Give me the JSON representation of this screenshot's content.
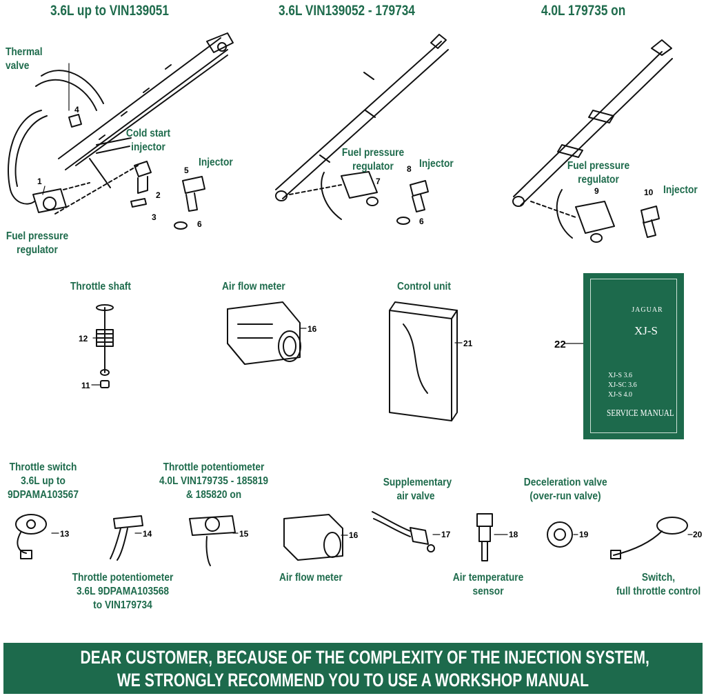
{
  "headings": {
    "col1": "3.6L up to VIN139051",
    "col2": "3.6L VIN139052 - 179734",
    "col3": "4.0L 179735 on"
  },
  "labels": {
    "thermal_valve": "Thermal\nvalve",
    "cold_start_injector": "Cold start\ninjector",
    "injector_a": "Injector",
    "fuel_pressure_regulator_a": "Fuel pressure\nregulator",
    "fuel_pressure_regulator_b": "Fuel pressure\nregulator",
    "injector_b": "Injector",
    "fuel_pressure_regulator_c": "Fuel pressure\nregulator",
    "injector_c": "Injector",
    "throttle_shaft": "Throttle shaft",
    "air_flow_meter_a": "Air flow meter",
    "control_unit": "Control unit",
    "throttle_switch": "Throttle switch\n3.6L up to\n9DPAMA103567",
    "throttle_pot_40": "Throttle potentiometer\n4.0L VIN179735 - 185819\n& 185820 on",
    "supplementary_air_valve": "Supplementary\nair valve",
    "deceleration_valve": "Deceleration valve\n(over-run valve)",
    "throttle_pot_36": "Throttle potentiometer\n3.6L 9DPAMA103568\nto VIN179734",
    "air_flow_meter_b": "Air flow meter",
    "air_temperature_sensor": "Air temperature\nsensor",
    "switch_full_throttle": "Switch,\nfull throttle control"
  },
  "part_numbers": {
    "p1": "1",
    "p2": "2",
    "p3": "3",
    "p4": "4",
    "p5": "5",
    "p6a": "6",
    "p6b": "6",
    "p7": "7",
    "p8": "8",
    "p9": "9",
    "p10": "10",
    "p11": "11",
    "p12": "12",
    "p13": "13",
    "p14": "14",
    "p15": "15",
    "p16a": "16",
    "p16b": "16",
    "p17": "17",
    "p18": "18",
    "p19": "19",
    "p20": "20",
    "p21": "21",
    "p22": "22"
  },
  "manual": {
    "brand": "JAGUAR",
    "model": "XJ-S",
    "variant1": "XJ-S 3.6",
    "variant2": "XJ-SC 3.6",
    "variant3": "XJ-S 4.0",
    "title": "SERVICE MANUAL"
  },
  "banner": {
    "line1": "DEAR CUSTOMER, BECAUSE OF THE COMPLEXITY OF THE INJECTION SYSTEM,",
    "line2": "WE STRONGLY RECOMMEND YOU TO USE A WORKSHOP MANUAL"
  },
  "colors": {
    "accent": "#1e6b4c",
    "banner_bg": "#1d6a4c",
    "text_on_accent": "#ffffff"
  }
}
